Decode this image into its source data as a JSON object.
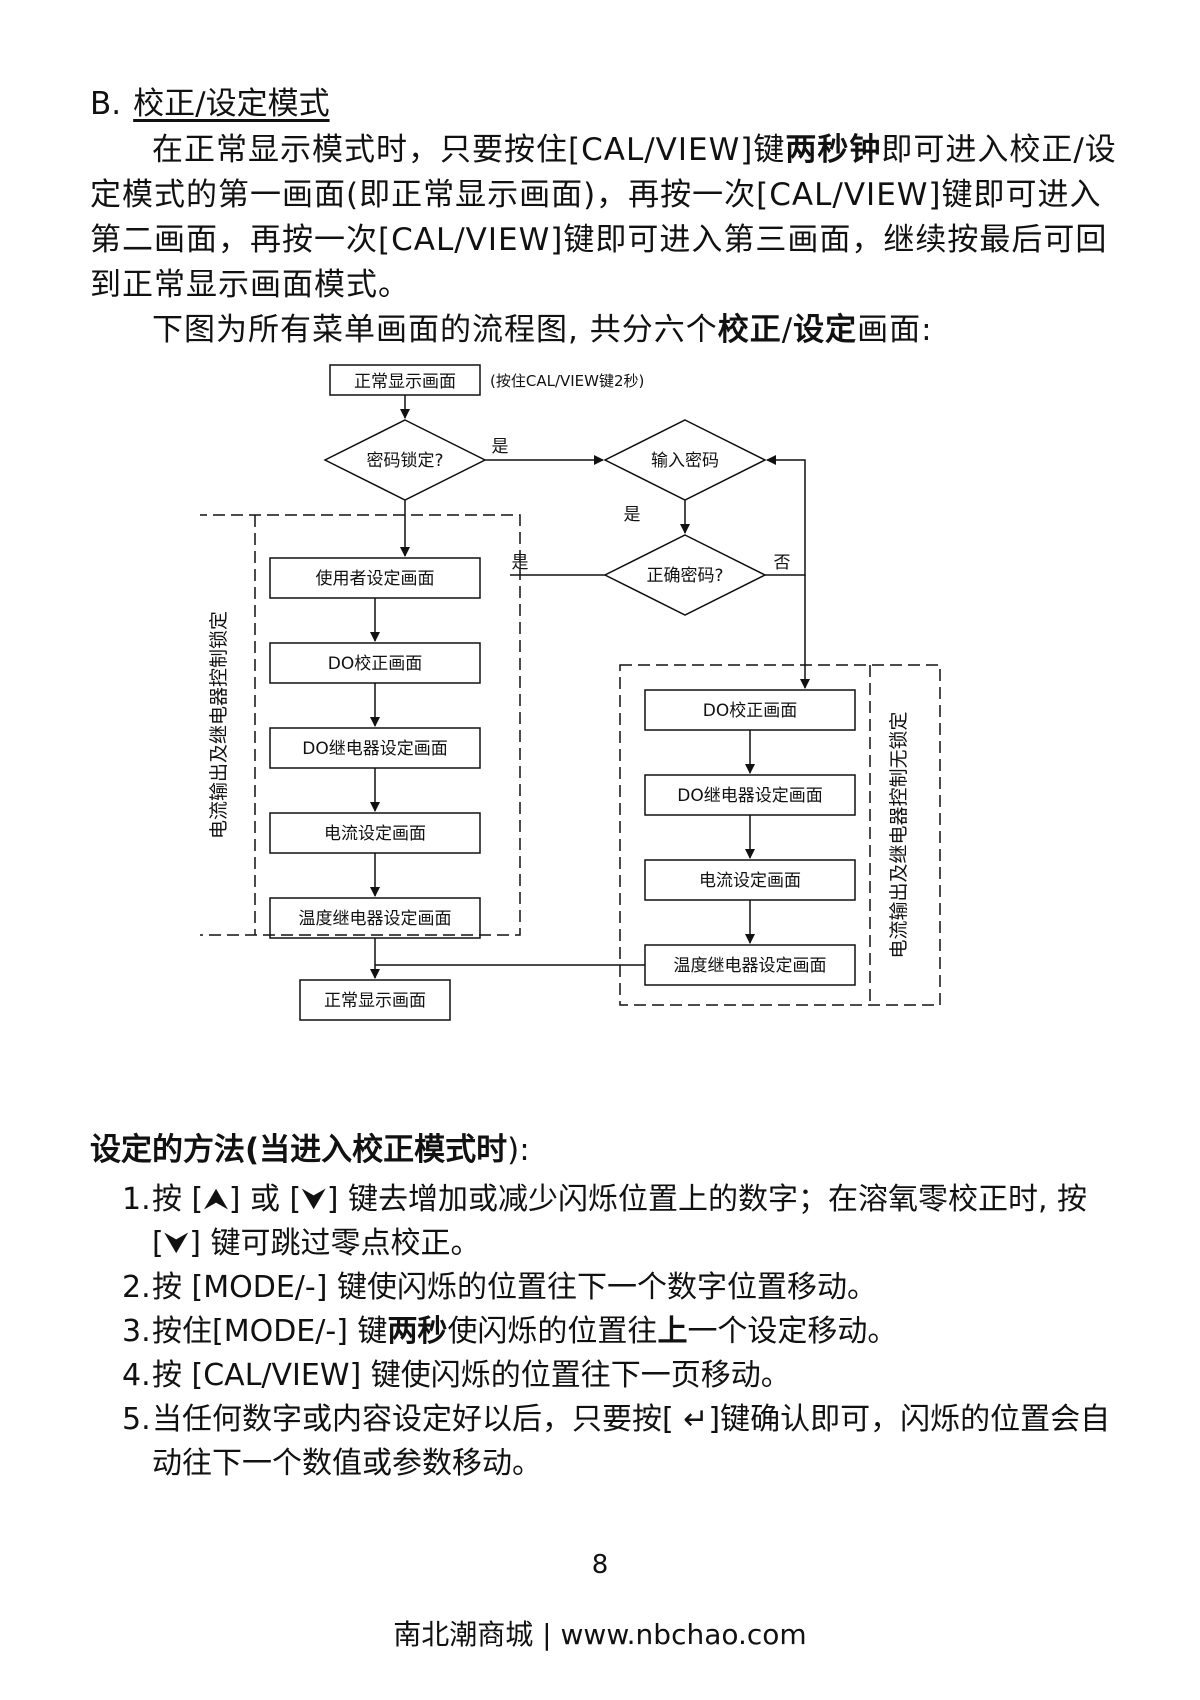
{
  "section": {
    "label": "B.",
    "title": "校正/设定模式"
  },
  "intro": {
    "p1_a": "在正常显示模式时，只要按住[CAL/VIEW]键",
    "p1_bold": "两秒钟",
    "p1_b": "即可进入校正/设定模式的第一画面(即正常显示画面)，再按一次[CAL/VIEW]键即可进入第二画面，再按一次[CAL/VIEW]键即可进入第三画面，继续按最后可回到正常显示画面模式。",
    "p2_a": "下图为所有菜单画面的流程图, 共分六个",
    "p2_bold1": "校正",
    "p2_sep": "/",
    "p2_bold2": "设定",
    "p2_b": "画面:"
  },
  "flow": {
    "start": "正常显示画面",
    "start_note": "(按住CAL/VIEW键2秒)",
    "lock_q": "密码锁定?",
    "yes": "是",
    "no": "否",
    "input_pw": "输入密码",
    "correct_q": "正确密码?",
    "left_group_label": "电流输出及继电器控制锁定",
    "right_group_label": "电流输出及继电器控制无锁定",
    "left_steps": [
      "使用者设定画面",
      "DO校正画面",
      "DO继电器设定画面",
      "电流设定画面",
      "温度继电器设定画面"
    ],
    "right_steps": [
      "DO校正画面",
      "DO继电器设定画面",
      "电流设定画面",
      "温度继电器设定画面"
    ],
    "end": "正常显示画面"
  },
  "method": {
    "title_bold": "设定的方法(当进入校正模式时",
    "title_rest": "):"
  },
  "steps": [
    {
      "num": "1.",
      "a": "按 [⮝] 或 [⮟] 键去增加或减少闪烁位置上的数字；在溶氧零校正时, 按 [⮟] 键可跳过零点校正。"
    },
    {
      "num": "2.",
      "a": "按 [MODE/-] 键使闪烁的位置往下一个数字位置移动。"
    },
    {
      "num": "3.",
      "a": "按住[MODE/-] 键",
      "bold": "两秒",
      "b": "使闪烁的位置往",
      "bold2": "上",
      "c": "一个设定移动。"
    },
    {
      "num": "4.",
      "a": "按 [CAL/VIEW] 键使闪烁的位置往下一页移动。"
    },
    {
      "num": "5.",
      "a": "当任何数字或内容设定好以后，只要按[ ↵]键确认即可，闪烁的位置会自动往下一个数值或参数移动。"
    }
  ],
  "page_number": "8",
  "footer": "南北潮商城 | www.nbchao.com"
}
